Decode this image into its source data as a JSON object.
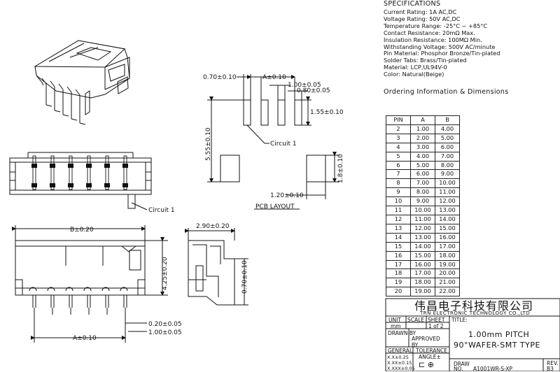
{
  "specifications": {
    "title": "SPECIFICATIONS",
    "lines": [
      "Current Rating: 1A AC,DC",
      "Voltage Rating: 50V AC,DC",
      "Temperature Range: -25°C ~ +85°C",
      "Contact Resistance: 20mΩ Max.",
      "Insulation Resistance: 100MΩ Min.",
      "Withstanding Voltage: 500V AC/minute",
      "Pin Material: Phosphor Bronze/Tin-plated",
      "Solder Tabs: Brass/Tin-plated",
      "Material: LCP,UL94V-0",
      "Color: Natural(Beige)"
    ]
  },
  "ordering": {
    "title": "Ordering Information & Dimensions",
    "headers": [
      "PIN",
      "A",
      "B"
    ],
    "rows": [
      [
        "2",
        "1.00",
        "4.00"
      ],
      [
        "3",
        "2.00",
        "5.00"
      ],
      [
        "4",
        "3.00",
        "6.00"
      ],
      [
        "5",
        "4.00",
        "7.00"
      ],
      [
        "6",
        "5.00",
        "8.00"
      ],
      [
        "7",
        "6.00",
        "9.00"
      ],
      [
        "8",
        "7.00",
        "10.00"
      ],
      [
        "9",
        "8.00",
        "11.00"
      ],
      [
        "10",
        "9.00",
        "12.00"
      ],
      [
        "11",
        "10.00",
        "13.00"
      ],
      [
        "12",
        "11.00",
        "14.00"
      ],
      [
        "13",
        "12.00",
        "15.00"
      ],
      [
        "14",
        "13.00",
        "16.00"
      ],
      [
        "15",
        "14.00",
        "17.00"
      ],
      [
        "16",
        "15.00",
        "18.00"
      ],
      [
        "17",
        "16.00",
        "19.00"
      ],
      [
        "18",
        "17.00",
        "20.00"
      ],
      [
        "19",
        "18.00",
        "21.00"
      ],
      [
        "20",
        "19.00",
        "22.00"
      ]
    ]
  },
  "pcb": {
    "label": "PCB LAYOUT",
    "circuit": "Circuit 1",
    "dims": {
      "pad_w": "0.70±0.10",
      "a": "A±0.10",
      "d100": "1.00±0.05",
      "d080": "0.80±0.05",
      "d155": "1.55±0.10",
      "d555": "5.55±0.10",
      "d120": "1.20±0.10",
      "d18": "1.8±0.10"
    }
  },
  "front_view": {
    "circuit": "Circuit 1",
    "b": "B±0.20",
    "a": "A±0.10",
    "h425": "4.25±0.20",
    "d020": "0.20±0.05",
    "d100": "1.00±0.05"
  },
  "side_view": {
    "w290": "2.90±0.20",
    "h070": "0.70±0.10"
  },
  "title_block": {
    "company_cn": "伟昌电子科技有限公司",
    "company_en": "TRN ELECTRONIC TECHNOLOGY CO.,LTD",
    "unit_label": "UNIT",
    "unit_value": "mm",
    "scale_label": "SCALE",
    "sheet_label": "SHEET",
    "sheet_value": "1 of 2",
    "title_label": "TITLE:",
    "title_line1": "1.00mm PITCH",
    "title_line2": "90°WAFER-SMT TYPE",
    "drawn_by": "DRAWN BY",
    "approved_by": "APPROVED BY",
    "general": "GENERAL",
    "tolerance": "TOLERANCE",
    "angle": "ANGLE±",
    "tol1": "X.X±0.25",
    "tol2": "X.XX±0.15",
    "tol3": "X.XXX±0.05",
    "draw_label": "DRAW",
    "no_label": "NO.",
    "draw_no": "A1001WR-S-XP",
    "rev_label": "REV.",
    "rev_value": "B3"
  }
}
